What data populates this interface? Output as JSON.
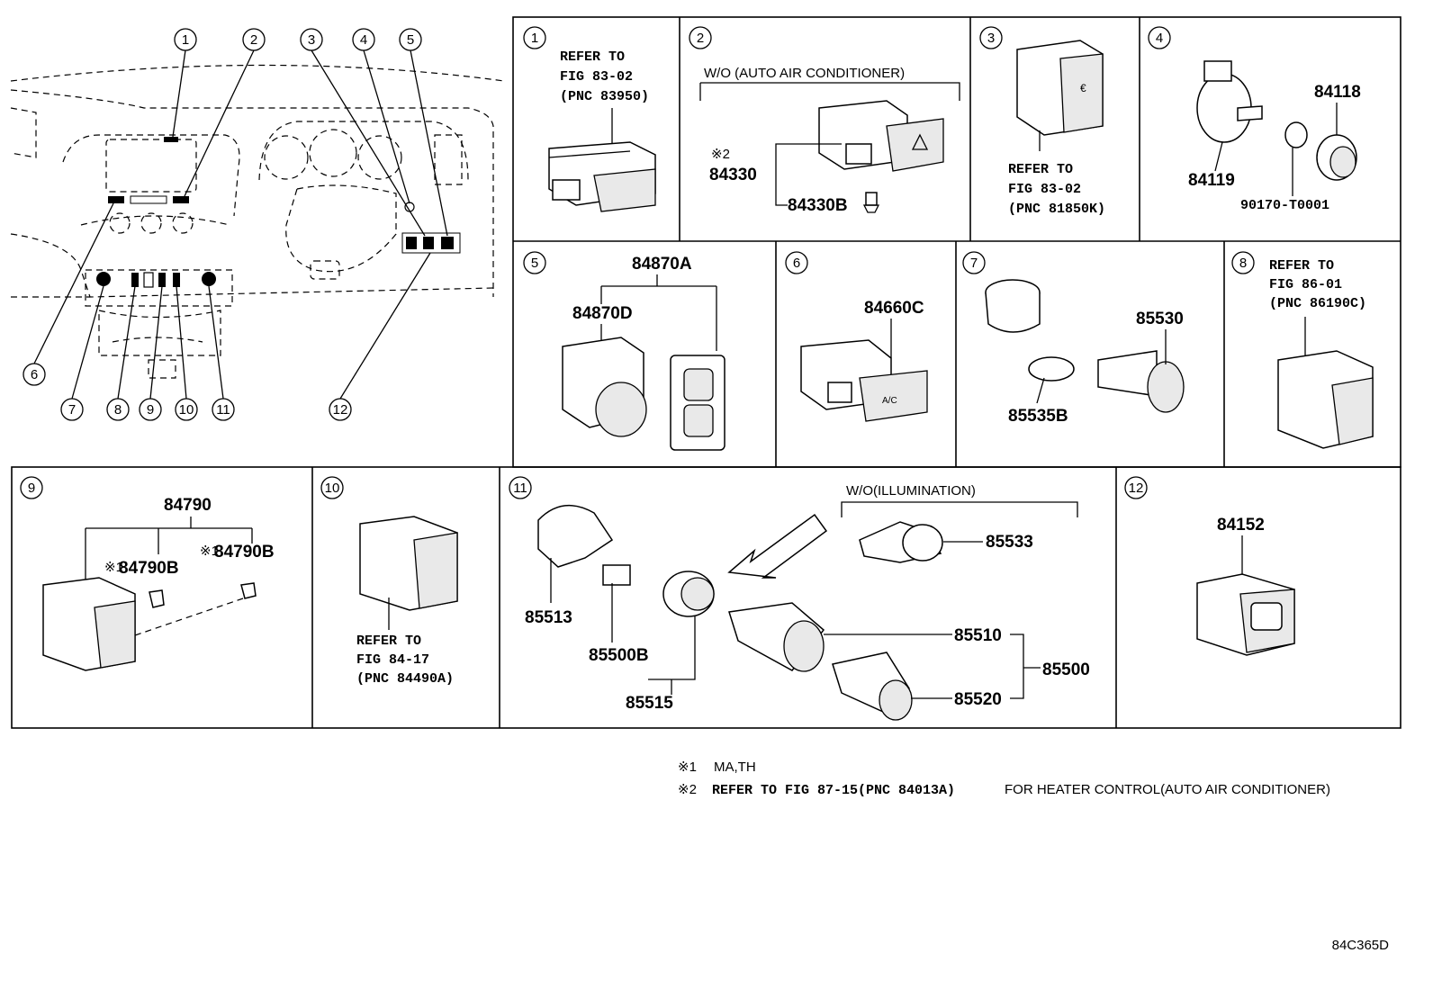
{
  "diagram_code": "84C365D",
  "overview_callouts": [
    "1",
    "2",
    "3",
    "4",
    "5",
    "6",
    "7",
    "8",
    "9",
    "10",
    "11",
    "12"
  ],
  "panels": {
    "p1": {
      "num": "1",
      "ref": [
        "REFER TO",
        "FIG 83-02",
        "(PNC 83950)"
      ]
    },
    "p2": {
      "num": "2",
      "condition": "W/O (AUTO AIR CONDITIONER)",
      "note_mark": "※2",
      "parts": [
        "84330",
        "84330B"
      ]
    },
    "p3": {
      "num": "3",
      "ref": [
        "REFER TO",
        "FIG 83-02",
        "(PNC 81850K)"
      ]
    },
    "p4": {
      "num": "4",
      "parts": [
        "84118",
        "84119",
        "90170-T0001"
      ]
    },
    "p5": {
      "num": "5",
      "parts": [
        "84870A",
        "84870D"
      ]
    },
    "p6": {
      "num": "6",
      "parts": [
        "84660C"
      ],
      "switch_text": "A/C"
    },
    "p7": {
      "num": "7",
      "parts": [
        "85530",
        "85535B"
      ]
    },
    "p8": {
      "num": "8",
      "ref": [
        "REFER TO",
        "FIG 86-01",
        "(PNC 86190C)"
      ]
    },
    "p9": {
      "num": "9",
      "parts": [
        "84790",
        "84790B",
        "84790B"
      ],
      "note_mark": "※1"
    },
    "p10": {
      "num": "10",
      "ref": [
        "REFER TO",
        "FIG 84-17",
        "(PNC 84490A)"
      ]
    },
    "p11": {
      "num": "11",
      "condition": "W/O(ILLUMINATION)",
      "parts": [
        "85513",
        "85500B",
        "85515",
        "85533",
        "85510",
        "85500",
        "85520"
      ]
    },
    "p12": {
      "num": "12",
      "parts": [
        "84152"
      ]
    }
  },
  "notes": [
    {
      "mark": "※1",
      "text": "MA,TH"
    },
    {
      "mark": "※2",
      "text_bold": "REFER TO FIG 87-15(PNC 84013A)",
      "text": "FOR HEATER CONTROL(AUTO AIR CONDITIONER)"
    }
  ]
}
